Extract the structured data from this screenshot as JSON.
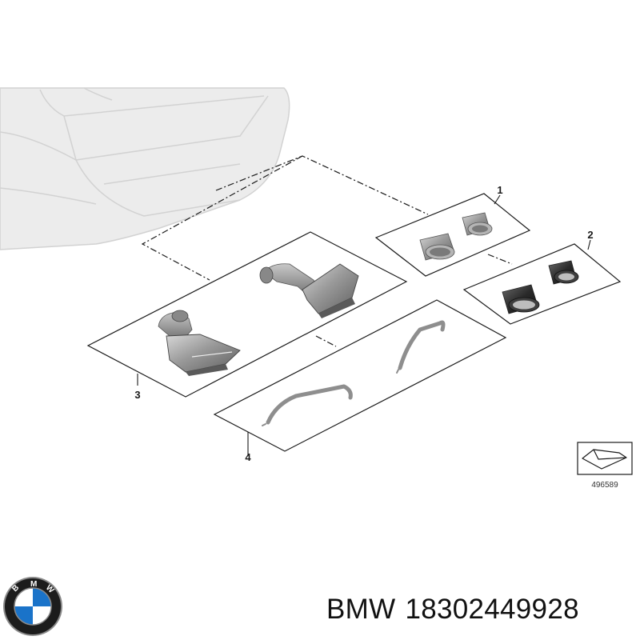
{
  "diagram": {
    "callouts": [
      {
        "id": "1",
        "label": "1"
      },
      {
        "id": "2",
        "label": "2"
      },
      {
        "id": "3",
        "label": "3"
      },
      {
        "id": "4",
        "label": "4"
      }
    ],
    "reference_number": "496589"
  },
  "caption": {
    "brand": "BMW",
    "part_number": "18302449928"
  },
  "logo": {
    "lettering": "BMW",
    "colors": {
      "ring": "#1c1c1c",
      "blue": "#1a73c9",
      "white": "#ffffff",
      "chrome": "#8a8a8a"
    }
  },
  "colors": {
    "line": "#1a1a1a",
    "vehicle": "#e4e4e4",
    "chrome_tip": "#9a9a9a",
    "black_tip": "#2a2a2a"
  }
}
